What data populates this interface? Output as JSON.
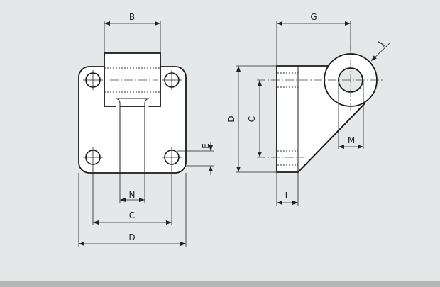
{
  "front_view": {
    "dim_B": "B",
    "dim_E": "E",
    "dim_N": "N",
    "dim_C": "C",
    "dim_D": "D"
  },
  "side_view": {
    "dim_G": "G",
    "dim_J": "J",
    "dim_D": "D",
    "dim_C": "C",
    "dim_M": "M",
    "dim_L": "L"
  }
}
